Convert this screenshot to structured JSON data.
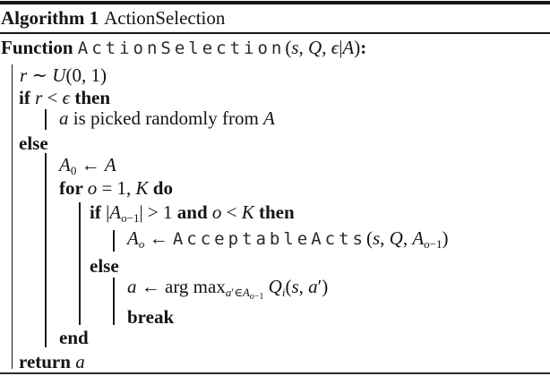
{
  "caption": {
    "label": "Algorithm 1",
    "title": "ActionSelection"
  },
  "colors": {
    "text": "#141414",
    "background": "#ffffff",
    "rule": "#161616"
  },
  "algorithm": {
    "lines": [
      {
        "id": "function-header",
        "segs": [
          {
            "st": "b",
            "t": "Function "
          },
          {
            "st": "m",
            "t": "ActionSelection"
          },
          {
            "st": "r",
            "t": "("
          },
          {
            "st": "i",
            "t": "s"
          },
          {
            "st": "r",
            "t": ", "
          },
          {
            "st": "i",
            "t": "Q"
          },
          {
            "st": "r",
            "t": ", "
          },
          {
            "st": "i",
            "t": "ϵ"
          },
          {
            "st": "r",
            "t": "|"
          },
          {
            "st": "i",
            "t": "A"
          },
          {
            "st": "r",
            "t": ")"
          },
          {
            "st": "b",
            "t": ":"
          }
        ]
      },
      {
        "id": "sample-r",
        "segs": [
          {
            "st": "i",
            "t": "r"
          },
          {
            "st": "r",
            "t": " ∼ "
          },
          {
            "st": "i",
            "t": "U"
          },
          {
            "st": "r",
            "t": "(0, 1)"
          }
        ]
      },
      {
        "id": "if-epsilon",
        "segs": [
          {
            "st": "b",
            "t": "if "
          },
          {
            "st": "i",
            "t": "r"
          },
          {
            "st": "r",
            "t": " < "
          },
          {
            "st": "i",
            "t": "ϵ"
          },
          {
            "st": "b",
            "t": " then"
          }
        ]
      },
      {
        "id": "random-action",
        "segs": [
          {
            "st": "i",
            "t": "a"
          },
          {
            "st": "r",
            "t": " is picked randomly from "
          },
          {
            "st": "i",
            "t": "A"
          }
        ]
      },
      {
        "id": "else-outer",
        "segs": [
          {
            "st": "b",
            "t": "else"
          }
        ]
      },
      {
        "id": "init-a0",
        "segs": [
          {
            "st": "i",
            "t": "A"
          },
          {
            "st": "sub",
            "t": "0"
          },
          {
            "st": "r",
            "t": " ← "
          },
          {
            "st": "i",
            "t": "A"
          }
        ]
      },
      {
        "id": "for-loop",
        "segs": [
          {
            "st": "b",
            "t": "for "
          },
          {
            "st": "i",
            "t": "o"
          },
          {
            "st": "r",
            "t": " = 1, "
          },
          {
            "st": "i",
            "t": "K"
          },
          {
            "st": "b",
            "t": " do"
          }
        ]
      },
      {
        "id": "if-inner",
        "segs": [
          {
            "st": "b",
            "t": "if "
          },
          {
            "st": "r",
            "t": "|"
          },
          {
            "st": "i",
            "t": "A"
          },
          {
            "st": "isub",
            "t": "o"
          },
          {
            "st": "sub",
            "t": "−1"
          },
          {
            "st": "r",
            "t": "| > 1 "
          },
          {
            "st": "b",
            "t": "and"
          },
          {
            "st": "r",
            "t": " "
          },
          {
            "st": "i",
            "t": "o"
          },
          {
            "st": "r",
            "t": " < "
          },
          {
            "st": "i",
            "t": "K"
          },
          {
            "st": "b",
            "t": " then"
          }
        ]
      },
      {
        "id": "acceptable-acts",
        "segs": [
          {
            "st": "i",
            "t": "A"
          },
          {
            "st": "isub",
            "t": "o"
          },
          {
            "st": "r",
            "t": " ← "
          },
          {
            "st": "m",
            "t": "AcceptableActs"
          },
          {
            "st": "r",
            "t": "("
          },
          {
            "st": "i",
            "t": "s"
          },
          {
            "st": "r",
            "t": ", "
          },
          {
            "st": "i",
            "t": "Q"
          },
          {
            "st": "r",
            "t": ", "
          },
          {
            "st": "i",
            "t": "A"
          },
          {
            "st": "isub",
            "t": "o"
          },
          {
            "st": "sub",
            "t": "−1"
          },
          {
            "st": "r",
            "t": ")"
          }
        ]
      },
      {
        "id": "else-inner",
        "segs": [
          {
            "st": "b",
            "t": "else"
          }
        ]
      },
      {
        "id": "argmax",
        "segs": [
          {
            "st": "i",
            "t": "a"
          },
          {
            "st": "r",
            "t": " ← arg max"
          },
          {
            "st": "isub",
            "t": "a"
          },
          {
            "st": "sub",
            "t": "′∈"
          },
          {
            "st": "isub",
            "t": "A"
          },
          {
            "st": "isub2",
            "t": "o"
          },
          {
            "st": "sub2",
            "t": "−1"
          },
          {
            "st": "r",
            "t": " "
          },
          {
            "st": "i",
            "t": "Q"
          },
          {
            "st": "isub",
            "t": "i"
          },
          {
            "st": "r",
            "t": "("
          },
          {
            "st": "i",
            "t": "s"
          },
          {
            "st": "r",
            "t": ", "
          },
          {
            "st": "i",
            "t": "a"
          },
          {
            "st": "r",
            "t": "′)"
          }
        ]
      },
      {
        "id": "break",
        "segs": [
          {
            "st": "b",
            "t": "break"
          }
        ]
      },
      {
        "id": "end-for",
        "segs": [
          {
            "st": "b",
            "t": "end"
          }
        ]
      },
      {
        "id": "return",
        "segs": [
          {
            "st": "b",
            "t": "return "
          },
          {
            "st": "i",
            "t": "a"
          }
        ]
      }
    ]
  }
}
